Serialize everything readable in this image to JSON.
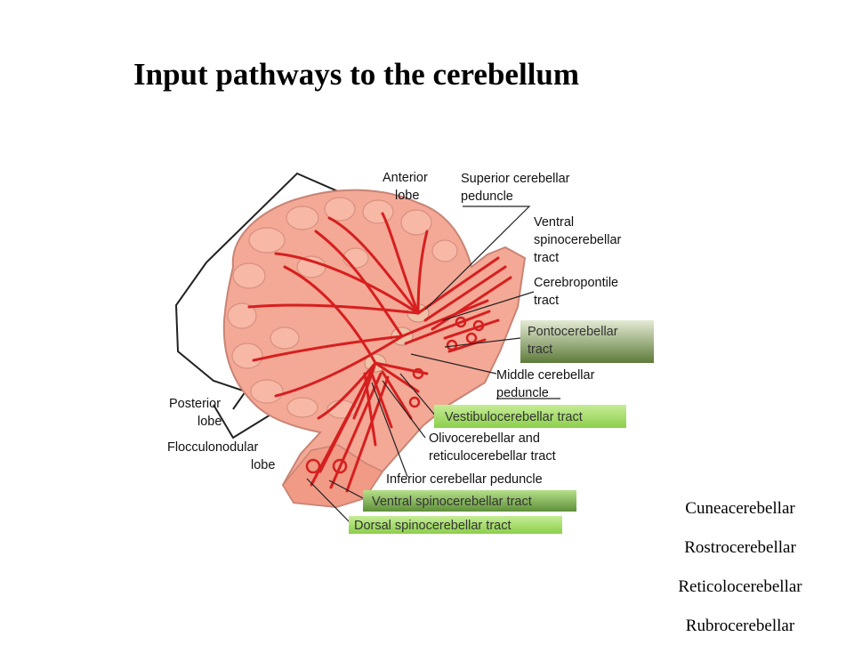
{
  "title": "Input pathways to the cerebellum",
  "labels": {
    "anterior_lobe": [
      "Anterior",
      "lobe"
    ],
    "superior_peduncle": [
      "Superior cerebellar",
      "peduncle"
    ],
    "ventral_spinocerebellar": [
      "Ventral",
      "spinocerebellar",
      "tract"
    ],
    "cerebropontile": [
      "Cerebropontile",
      "tract"
    ],
    "pontocerebellar": [
      "Pontocerebellar",
      "tract"
    ],
    "middle_peduncle": [
      "Middle cerebellar",
      "peduncle"
    ],
    "vestibulocerebellar": "Vestibulocerebellar tract",
    "olivocerebellar": [
      "Olivocerebellar and",
      "reticulocerebellar tract"
    ],
    "inferior_peduncle": "Inferior cerebellar peduncle",
    "ventral_spinocerebellar_box": "Ventral spinocerebellar tract",
    "dorsal_spinocerebellar_box": "Dorsal spinocerebellar tract",
    "posterior_lobe": [
      "Posterior",
      "lobe"
    ],
    "flocculonodular": [
      "Flocculonodular",
      "lobe"
    ]
  },
  "side_list": [
    "Cuneacerebellar",
    "Rostrocerebellar",
    "Reticolocerebellar",
    "Rubrocerebellar"
  ],
  "colors": {
    "tissue": "#f4a896",
    "tissue_edge": "#c98474",
    "tract": "#d61f1f",
    "box_gray_top": "#e2e8d0",
    "box_gray_bottom": "#5e7b3a",
    "box_green": "#a8dc6a"
  }
}
